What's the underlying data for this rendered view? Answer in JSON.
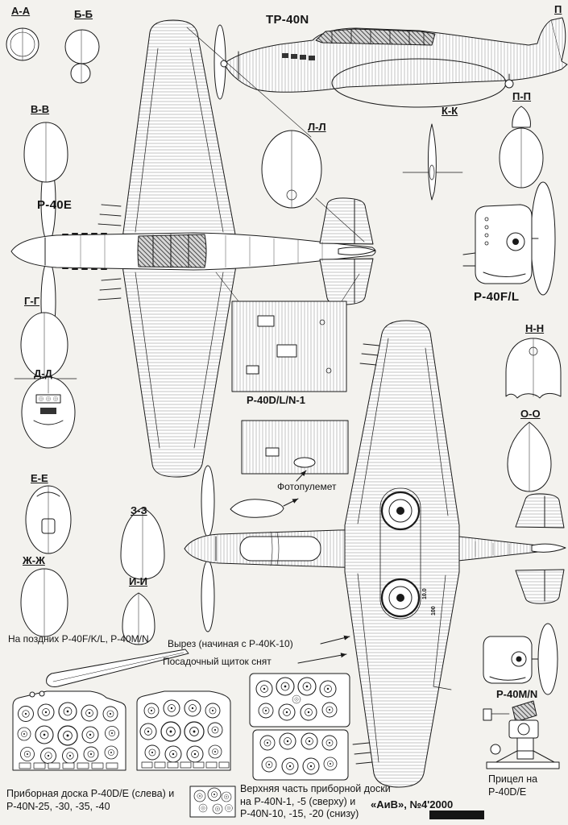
{
  "labels": {
    "section_aa": "А-А",
    "section_bb": "Б-Б",
    "section_vv": "В-В",
    "section_gg": "Г-Г",
    "section_dd": "Д-Д",
    "section_ee": "Е-Е",
    "section_zhzh": "Ж-Ж",
    "section_zz": "З-З",
    "section_ii": "И-И",
    "section_kk": "К-К",
    "section_ll": "Л-Л",
    "section_nn": "Н-Н",
    "section_oo": "О-О",
    "section_pp": "П-П",
    "section_p": "П",
    "p40e": "P-40E",
    "tp40n": "ТР-40N",
    "p40fl": "P-40F/L",
    "p40dln1": "P-40D/L/N-1",
    "p40mn": "P-40M/N"
  },
  "annotations": {
    "late_fin": "На поздних P-40F/K/L, P-40M/N",
    "photo_gun": "Фотопулемет",
    "cutout": "Вырез (начиная с P-40K-10)",
    "flap_removed": "Посадочный щиток снят",
    "wing_stencil_1": "10.0",
    "wing_stencil_2": "100"
  },
  "captions": {
    "panels_left_line1": "Приборная доска P-40D/E (слева) и",
    "panels_left_line2": "P-40N-25, -30, -35, -40",
    "panels_center_line1": "Верхняя часть приборной доски",
    "panels_center_line2": "на  P-40N-1, -5  (сверху) и",
    "panels_center_line3": "P-40N-10, -15, -20  (снизу)",
    "gunsight_line1": "Прицел на",
    "gunsight_line2": "P-40D/E"
  },
  "footer": {
    "publication": "«АиВ», №4'2000"
  },
  "colors": {
    "ink": "#1a1a1a",
    "paper": "#f3f2ee"
  }
}
